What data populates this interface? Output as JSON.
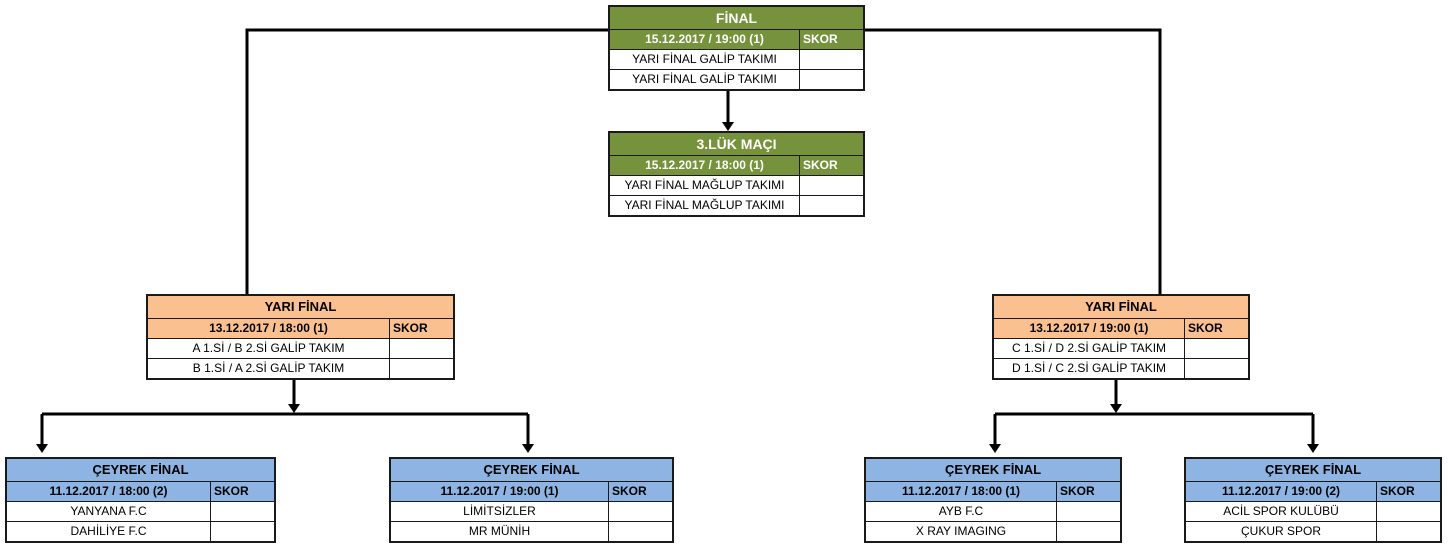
{
  "final": {
    "title": "FİNAL",
    "date": "15.12.2017 / 19:00 (1)",
    "score_label": "SKOR",
    "teams": [
      "YARI FİNAL GALİP TAKIMI",
      "YARI FİNAL GALİP TAKIMI"
    ]
  },
  "third_place": {
    "title": "3.LÜK MAÇI",
    "date": "15.12.2017 / 18:00 (1)",
    "score_label": "SKOR",
    "teams": [
      "YARI FİNAL MAĞLUP TAKIMI",
      "YARI FİNAL MAĞLUP TAKIMI"
    ]
  },
  "semifinals": [
    {
      "title": "YARI FİNAL",
      "date": "13.12.2017 / 18:00 (1)",
      "score_label": "SKOR",
      "teams": [
        "A 1.Sİ / B 2.Sİ GALİP TAKIM",
        "B 1.Sİ / A 2.Sİ GALİP TAKIM"
      ]
    },
    {
      "title": "YARI FİNAL",
      "date": "13.12.2017 / 19:00 (1)",
      "score_label": "SKOR",
      "teams": [
        "C 1.Sİ / D 2.Sİ GALİP TAKIM",
        "D 1.Sİ / C 2.Sİ GALİP TAKIM"
      ]
    }
  ],
  "quarterfinals": [
    {
      "title": "ÇEYREK FİNAL",
      "date": "11.12.2017 / 18:00 (2)",
      "score_label": "SKOR",
      "teams": [
        "YANYANA F.C",
        "DAHİLİYE F.C"
      ]
    },
    {
      "title": "ÇEYREK FİNAL",
      "date": "11.12.2017 / 19:00 (1)",
      "score_label": "SKOR",
      "teams": [
        "LİMİTSİZLER",
        "MR MÜNİH"
      ]
    },
    {
      "title": "ÇEYREK FİNAL",
      "date": "11.12.2017 / 18:00 (1)",
      "score_label": "SKOR",
      "teams": [
        "AYB F.C",
        "X RAY IMAGING"
      ]
    },
    {
      "title": "ÇEYREK FİNAL",
      "date": "11.12.2017 / 19:00 (2)",
      "score_label": "SKOR",
      "teams": [
        "ACİL SPOR KULÜBÜ",
        "ÇUKUR SPOR"
      ]
    }
  ],
  "colors": {
    "final": "#76923c",
    "semifinal": "#fac090",
    "quarterfinal": "#8db4e2",
    "line": "#000000"
  }
}
